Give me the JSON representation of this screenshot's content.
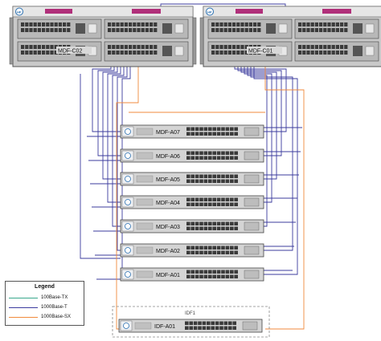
{
  "core_switches": [
    {
      "label": "MDF-C02",
      "logo": "HP"
    },
    {
      "label": "MDF-C01",
      "logo": "HP"
    }
  ],
  "edge_switches": [
    {
      "label": "MDF-A07"
    },
    {
      "label": "MDF-A06"
    },
    {
      "label": "MDF-A05"
    },
    {
      "label": "MDF-A04"
    },
    {
      "label": "MDF-A03"
    },
    {
      "label": "MDF-A02"
    },
    {
      "label": "MDF-A01"
    }
  ],
  "idf": {
    "switch_label": "IDF-A01",
    "zone_label": "IDF1"
  },
  "legend": {
    "title": "Legend",
    "items": [
      {
        "label": "100Base-TX",
        "color": "#3aa88c"
      },
      {
        "label": "1000Base-T",
        "color": "#3b3b9e"
      },
      {
        "label": "1000Base-SX",
        "color": "#f08a3c"
      }
    ]
  },
  "colors": {
    "copper_gig": "#3b3b9e",
    "fiber_sx": "#f08a3c",
    "fast_ethernet": "#3aa88c",
    "chassis": "#c9c9c9",
    "brand_magenta": "#b0307a"
  }
}
